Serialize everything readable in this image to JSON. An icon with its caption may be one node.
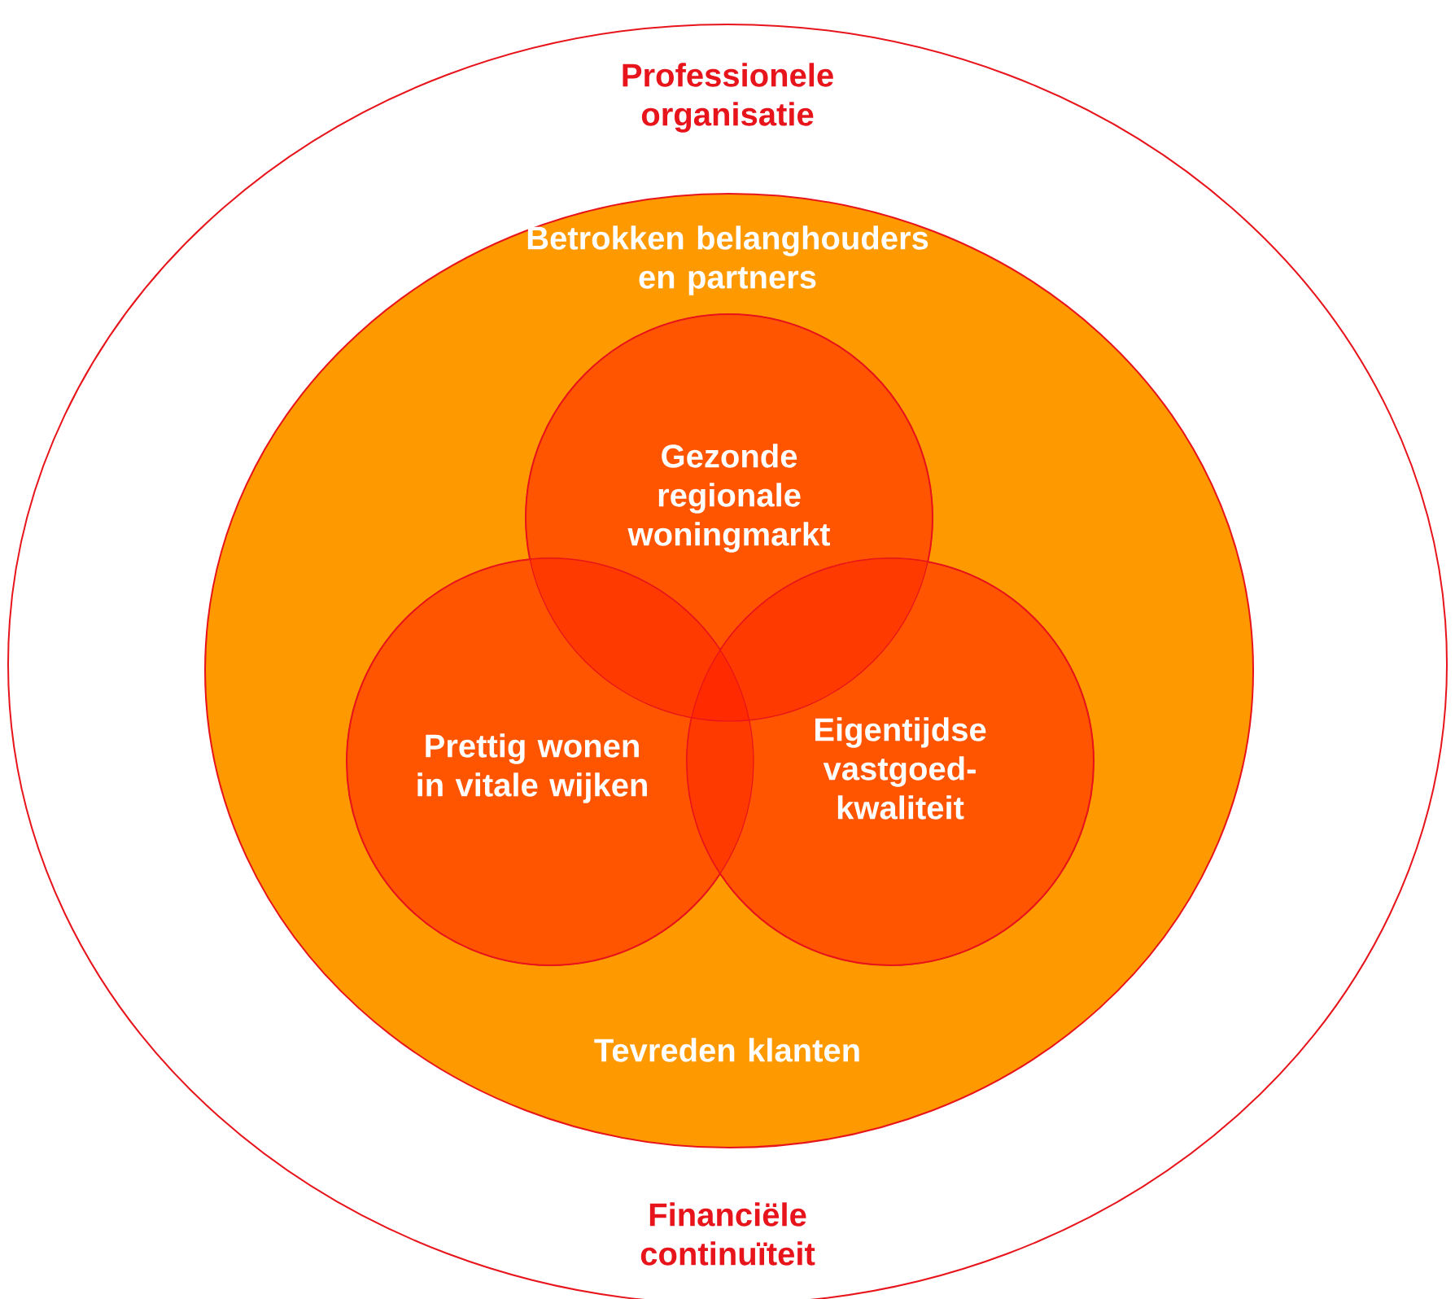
{
  "diagram": {
    "nodes": [
      {
        "text": [
          "Professionele organisatie",
          "Financiële continuïteit"
        ]
      },
      {
        "text": [
          "Betrokken belanghouders en partners",
          "Tevreden klanten"
        ],
        "in": 0
      },
      {
        "text": [
          "Gezonde regionale woningmarkt"
        ],
        "in": 1
      },
      {
        "text": [
          "Prettig wonen in vitale wijken"
        ],
        "in": 1
      },
      {
        "text": [
          "Eigentijdse vastgoed-kwaliteit"
        ],
        "in": 1
      }
    ]
  }
}
